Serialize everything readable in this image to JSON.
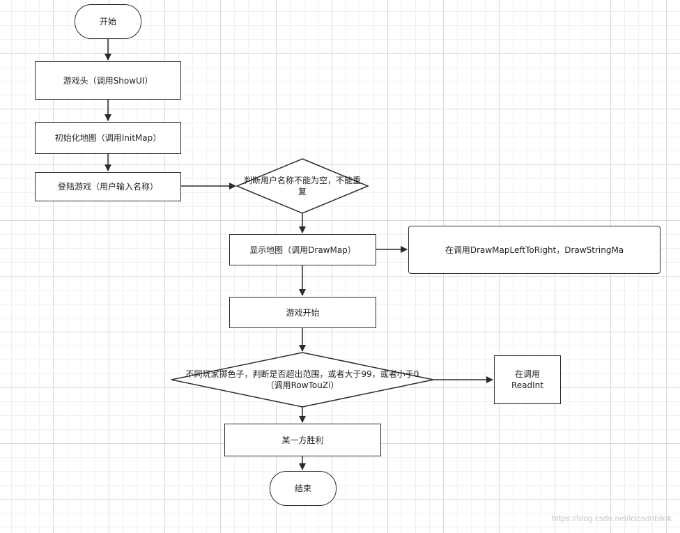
{
  "flowchart": {
    "start": "开始",
    "show_ui": "游戏头（调用ShowUI）",
    "init_map": "初始化地图（调用InitMap）",
    "login": "登陆游戏（用户输入名称）",
    "check_name": "判断用户名称不能为空，不能重复",
    "draw_map": "显示地图（调用DrawMap）",
    "draw_map_sub": "在调用DrawMapLeftToRight，DrawStringMa",
    "game_start": "游戏开始",
    "roll_dice": "不同玩家掷色子，判断是否超出范围，或者大于99，或者小于0（调用RowTouZi）",
    "read_int": "在调用ReadInt",
    "winner": "某一方胜利",
    "end": "结束"
  },
  "watermark": "https://blog.csdn.net/lclcsdnblink"
}
